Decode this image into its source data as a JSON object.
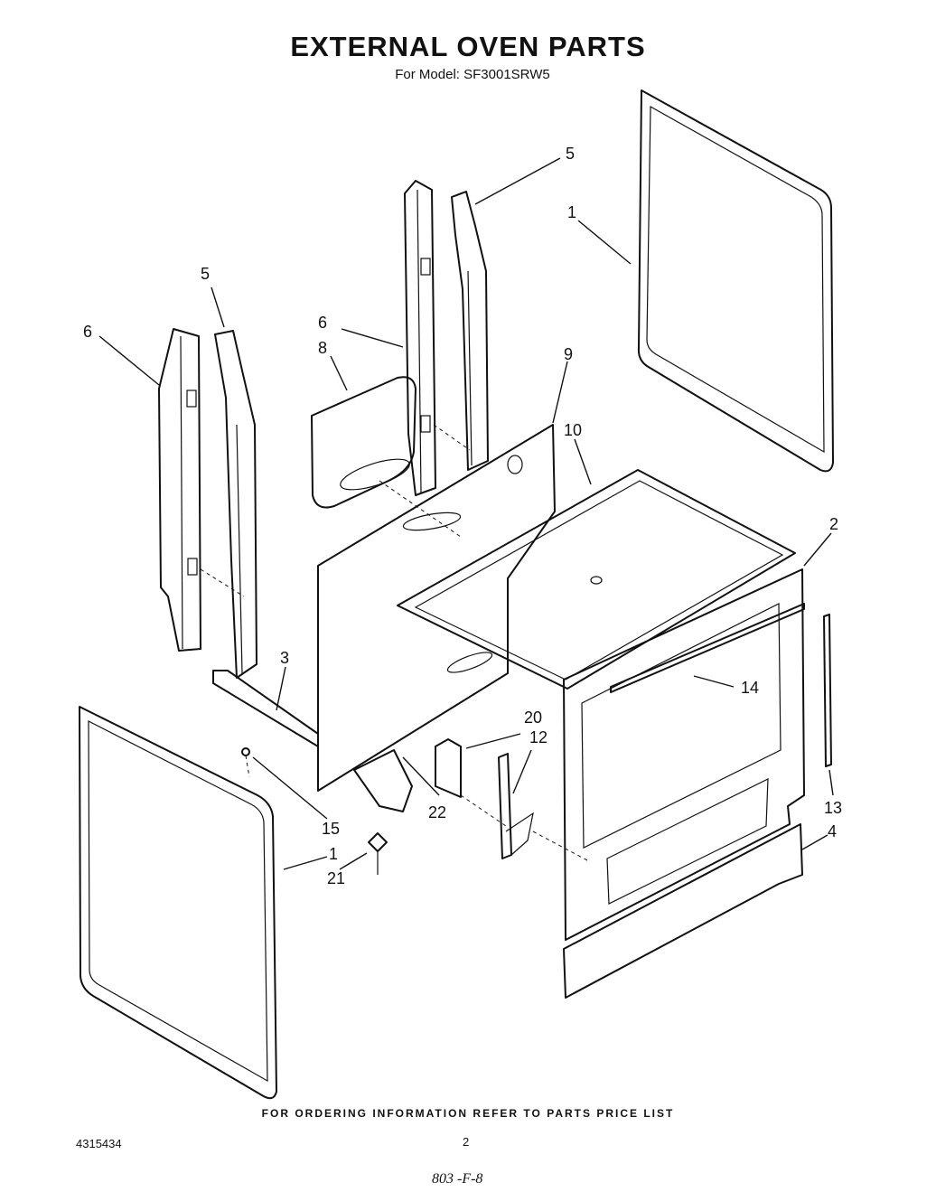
{
  "header": {
    "title": "EXTERNAL OVEN PARTS",
    "subtitle": "For Model: SF3001SRW5"
  },
  "callouts": {
    "c1_top": "1",
    "c1_bottom": "1",
    "c2": "2",
    "c3": "3",
    "c4": "4",
    "c5_center": "5",
    "c5_left": "5",
    "c6_left": "6",
    "c6_center": "6",
    "c8": "8",
    "c9": "9",
    "c10": "10",
    "c12": "12",
    "c13": "13",
    "c14": "14",
    "c15": "15",
    "c20": "20",
    "c21": "21",
    "c22": "22"
  },
  "footer": {
    "ordering_note": "FOR ORDERING INFORMATION REFER TO PARTS PRICE LIST",
    "doc_number": "4315434",
    "page_number": "2",
    "handwritten_note": "803 -F-8"
  }
}
